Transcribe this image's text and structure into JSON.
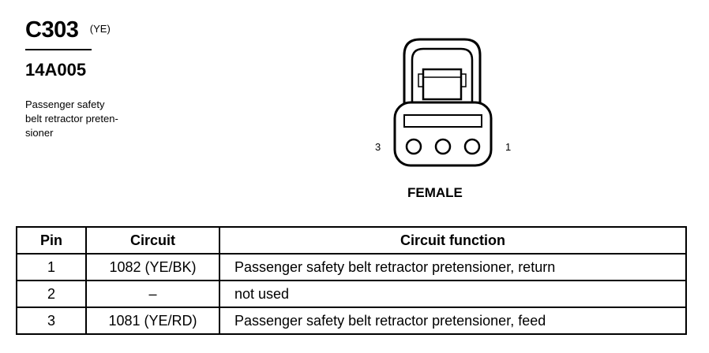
{
  "connector": {
    "code": "C303",
    "color": "(YE)",
    "part_number": "14A005",
    "description": "Passenger safety\nbelt retractor preten-\nsioner"
  },
  "figure": {
    "pin_left": "3",
    "pin_right": "1",
    "gender": "FEMALE"
  },
  "table": {
    "headers": {
      "pin": "Pin",
      "circuit": "Circuit",
      "function": "Circuit function"
    },
    "rows": [
      {
        "pin": "1",
        "circuit": "1082 (YE/BK)",
        "function": "Passenger safety belt retractor pretensioner, return"
      },
      {
        "pin": "2",
        "circuit": "–",
        "function": "not used"
      },
      {
        "pin": "3",
        "circuit": "1081 (YE/RD)",
        "function": "Passenger safety belt retractor pretensioner, feed"
      }
    ]
  }
}
